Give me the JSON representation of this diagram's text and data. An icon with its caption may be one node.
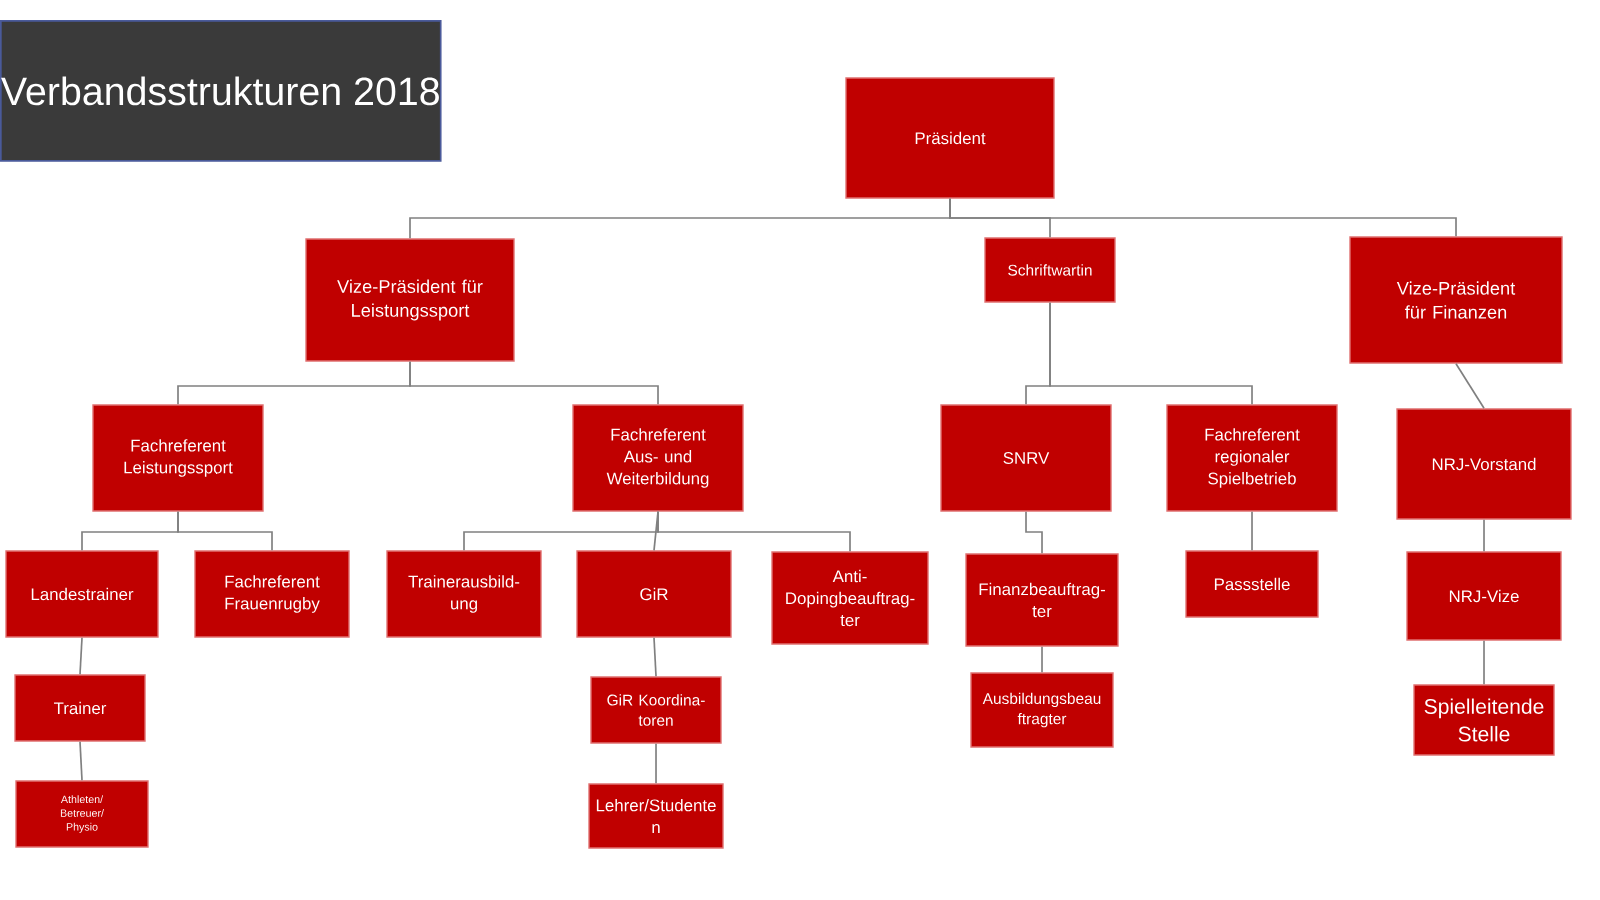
{
  "diagram": {
    "title": "Verbandsstrukturen 2018",
    "nodes": [
      {
        "text": [
          "Präsident"
        ]
      },
      {
        "text": [
          "Vize-Präsident für Leistungssport"
        ]
      },
      {
        "text": [
          "Schriftwartin"
        ]
      },
      {
        "text": [
          "Vize-Präsident für Finanzen"
        ]
      },
      {
        "text": [
          "Fachreferent Leistungssport"
        ]
      },
      {
        "text": [
          "Fachreferent Aus- und Weiterbildung"
        ]
      },
      {
        "text": [
          "SNRV"
        ]
      },
      {
        "text": [
          "Fachreferent regionaler Spielbetrieb"
        ]
      },
      {
        "text": [
          "NRJ-Vorstand"
        ]
      },
      {
        "text": [
          "Landestrainer"
        ]
      },
      {
        "text": [
          "Fachreferent Frauenrugby"
        ]
      },
      {
        "text": [
          "Trainerausbild- ung"
        ]
      },
      {
        "text": [
          "GiR"
        ]
      },
      {
        "text": [
          "Anti- Dopingbeauftrag- ter"
        ]
      },
      {
        "text": [
          "Finanzbeauftrag- ter"
        ]
      },
      {
        "text": [
          "Passstelle"
        ]
      },
      {
        "text": [
          "NRJ-Vize"
        ]
      },
      {
        "text": [
          "Trainer"
        ]
      },
      {
        "text": [
          "GiR Koordina- toren"
        ]
      },
      {
        "text": [
          "Ausbildungsbeau ftragter"
        ]
      },
      {
        "text": [
          "Spielleitende Stelle"
        ]
      },
      {
        "text": [
          "Athleten/ Betreuer/ Physio"
        ]
      },
      {
        "text": [
          "Lehrer/Studente n"
        ]
      }
    ],
    "edges": [
      {
        "from": 0,
        "to": 1,
        "arrow": "none"
      },
      {
        "from": 0,
        "to": 2,
        "arrow": "none"
      },
      {
        "from": 0,
        "to": 3,
        "arrow": "none"
      },
      {
        "from": 1,
        "to": 4,
        "arrow": "none"
      },
      {
        "from": 1,
        "to": 5,
        "arrow": "none"
      },
      {
        "from": 2,
        "to": 6,
        "arrow": "none"
      },
      {
        "from": 2,
        "to": 7,
        "arrow": "none"
      },
      {
        "from": 3,
        "to": 8,
        "arrow": "none"
      },
      {
        "from": 4,
        "to": 9,
        "arrow": "none"
      },
      {
        "from": 4,
        "to": 10,
        "arrow": "none"
      },
      {
        "from": 5,
        "to": 11,
        "arrow": "none"
      },
      {
        "from": 5,
        "to": 12,
        "arrow": "none"
      },
      {
        "from": 5,
        "to": 13,
        "arrow": "none"
      },
      {
        "from": 6,
        "to": 14,
        "arrow": "none"
      },
      {
        "from": 7,
        "to": 15,
        "arrow": "none"
      },
      {
        "from": 8,
        "to": 16,
        "arrow": "none"
      },
      {
        "from": 9,
        "to": 17,
        "arrow": "none"
      },
      {
        "from": 12,
        "to": 18,
        "arrow": "none"
      },
      {
        "from": 14,
        "to": 19,
        "arrow": "none"
      },
      {
        "from": 16,
        "to": 20,
        "arrow": "none"
      },
      {
        "from": 17,
        "to": 21,
        "arrow": "none"
      },
      {
        "from": 18,
        "to": 22,
        "arrow": "none"
      }
    ]
  }
}
